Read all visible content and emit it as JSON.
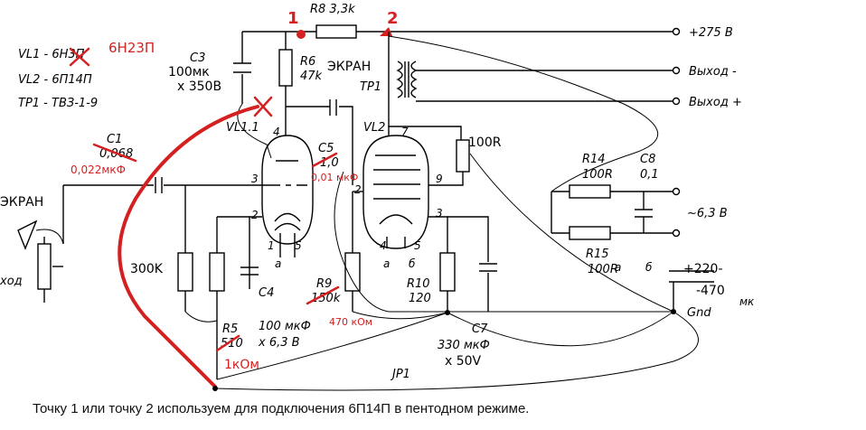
{
  "parts": {
    "vl1_orig": "VL1 - 6Н3П",
    "vl1_new": "6Н23П",
    "vl2": "VL2 - 6П14П",
    "tp1": "ТР1 - ТВЗ-1-9"
  },
  "markers": {
    "p1": "1",
    "p2": "2"
  },
  "components": {
    "r8": "R8 3,3k",
    "r6": "R6",
    "r6_val": "47k",
    "c3": "C3",
    "c3_val": "100мк",
    "c3_volt": "x 350В",
    "ekran_top": "ЭКРАН",
    "tp1_lbl": "ТР1",
    "vl11": "VL1.1",
    "vl2_lbl": "VL2",
    "c1": "C1",
    "c1_old": "0,068",
    "c1_new": "0,022мкФ",
    "c5": "C5",
    "c5_old": "1,0",
    "c5_new": "0,01 мкФ",
    "r100": "100R",
    "r14": "R14",
    "r14_val": "100R",
    "c8": "C8",
    "c8_val": "0,1",
    "r15": "R15",
    "r15_val": "100R",
    "heater": "~6,3 В",
    "cap_note1": "+220-",
    "cap_note2": "-470",
    "cap_note3": "мк",
    "gnd": "Gnd",
    "r300": "300K",
    "c4": "C4",
    "c4_val": "100 мкФ",
    "c4_volt": "x 6,3 В",
    "r5": "R5",
    "r5_old": "510",
    "r5_new": "1кОм",
    "r9": "R9",
    "r9_old": "150k",
    "r9_new": "470 кОм",
    "r10": "R10",
    "r10_val": "120",
    "c7": "C7",
    "c7_val": "330 мкФ",
    "c7_volt": "x 50V",
    "jp1": "JP1",
    "ekran_left": "ЭКРАН",
    "vhod": "ход",
    "pin_a": "а",
    "pin_b": "б"
  },
  "terminals": {
    "plus275": "+275 В",
    "out_minus": "Выход -",
    "out_plus": "Выход +"
  },
  "pins": {
    "vl1_4": "4",
    "vl1_3": "3",
    "vl1_2": "2",
    "vl1_1": "1",
    "vl1_5": "5",
    "vl2_7": "7",
    "vl2_9": "9",
    "vl2_2": "2",
    "vl2_3": "3",
    "vl2_4": "4",
    "vl2_5": "5"
  },
  "caption": "Точку 1 или точку 2 используем для подключения 6П14П в пентодном режиме."
}
